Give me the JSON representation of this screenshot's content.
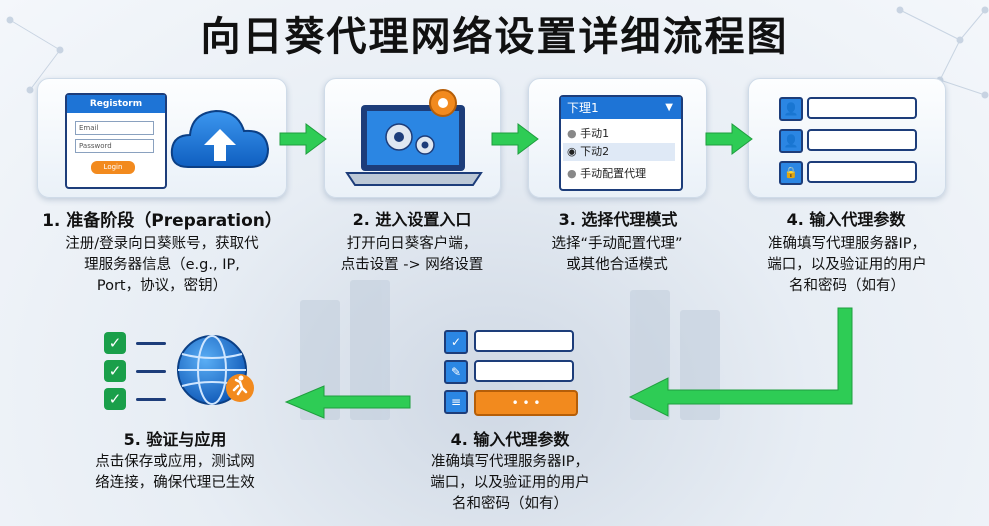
{
  "title": "向日葵代理网络设置详细流程图",
  "steps": [
    {
      "title": "1. 准备阶段（Preparation）",
      "desc_lines": [
        "注册/登录向日葵账号，获取代",
        "理服务器信息（e.g., IP,",
        "Port，协议，密钥）"
      ],
      "form": {
        "header": "Registorm",
        "email": "Email",
        "password": "Password",
        "button": "Login"
      }
    },
    {
      "title": "2. 进入设置入口",
      "desc_lines": [
        "打开向日葵客户端，",
        "点击设置 -> 网络设置"
      ]
    },
    {
      "title": "3. 选择代理模式",
      "desc_lines": [
        "选择“手动配置代理”",
        "或其他合适模式"
      ],
      "dropdown": {
        "selected": "下理1",
        "options": [
          "手动1",
          "下动2",
          "手动配置代理"
        ]
      }
    },
    {
      "title": "4. 输入代理参数",
      "desc_lines": [
        "准确填写代理服务器IP，",
        "端口，以及验证用的用户",
        "名和密码（如有）"
      ]
    },
    {
      "title": "4. 输入代理参数",
      "desc_lines": [
        "准确填写代理服务器IP，",
        "端口，以及验证用的用户",
        "名和密码（如有）"
      ],
      "button_label": "• • •"
    },
    {
      "title": "5. 验证与应用",
      "desc_lines": [
        "点击保存或应用，测试网",
        "络连接，确保代理已生效"
      ]
    }
  ],
  "colors": {
    "arrow": "#2ecc55",
    "navy": "#1d3d7a",
    "accent": "#f28a1e",
    "blue": "#1e74d6"
  }
}
